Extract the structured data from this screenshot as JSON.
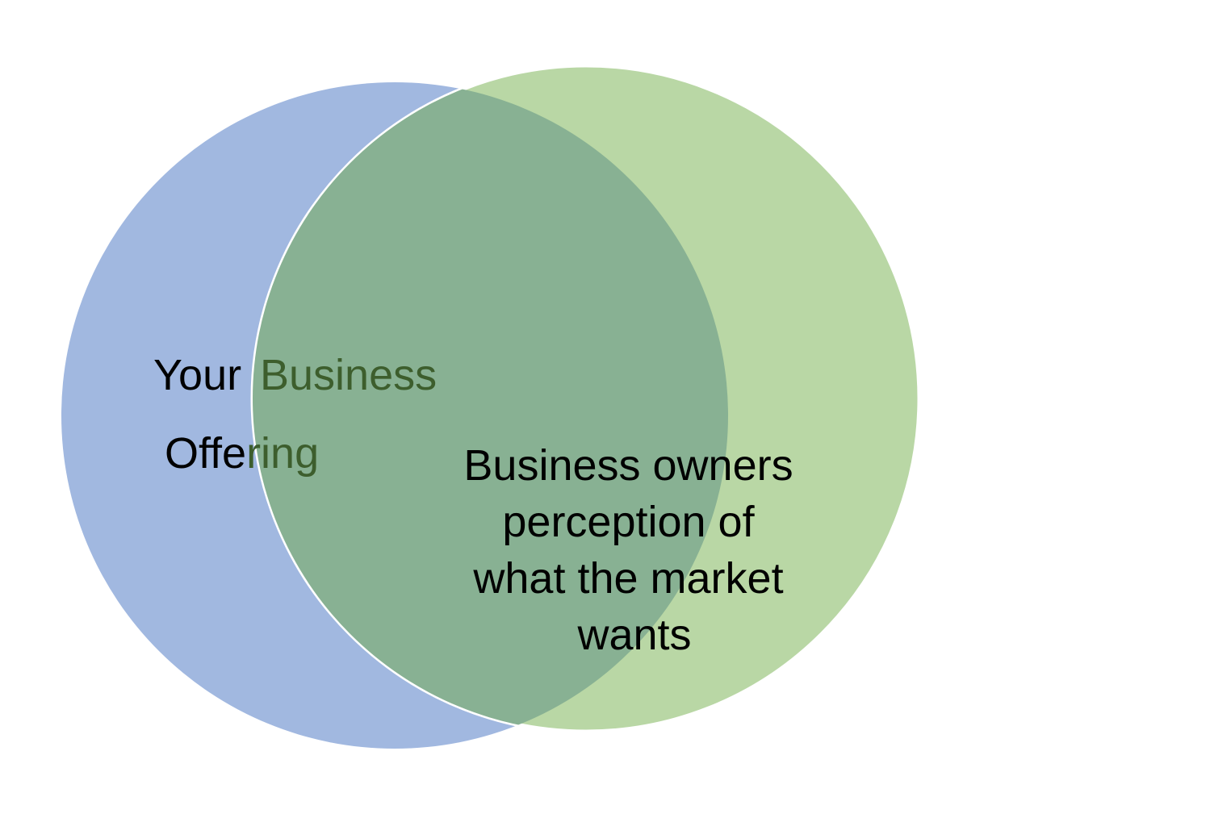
{
  "diagram": {
    "type": "venn",
    "colors": {
      "left_circle": "#a1b8e0",
      "right_circle": "#b9d7a5",
      "overlap": "#88b193",
      "border": "#ffffff",
      "text": "#000000",
      "text_in_overlap": "#3d5e2d"
    },
    "left_circle": {
      "label_line1_part1": "Your",
      "label_line1_part2": "Business",
      "label_line2_part1": "Offe",
      "label_line2_part2": "ring"
    },
    "right_circle": {
      "label_lines": [
        "Business owners",
        "perception of",
        "what the market",
        "wants"
      ]
    }
  }
}
